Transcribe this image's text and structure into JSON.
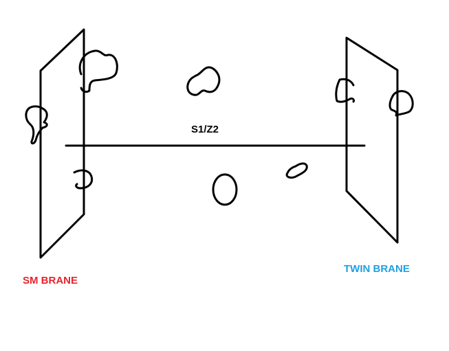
{
  "diagram": {
    "labels": {
      "left_brane": "SM BRANE",
      "right_brane": "TWIN BRANE",
      "bulk": "S1/Z2"
    },
    "colors": {
      "ink": "#000000",
      "left_brane_label": "#e8232b",
      "right_brane_label": "#1fa0e3",
      "background": "#ffffff"
    }
  }
}
